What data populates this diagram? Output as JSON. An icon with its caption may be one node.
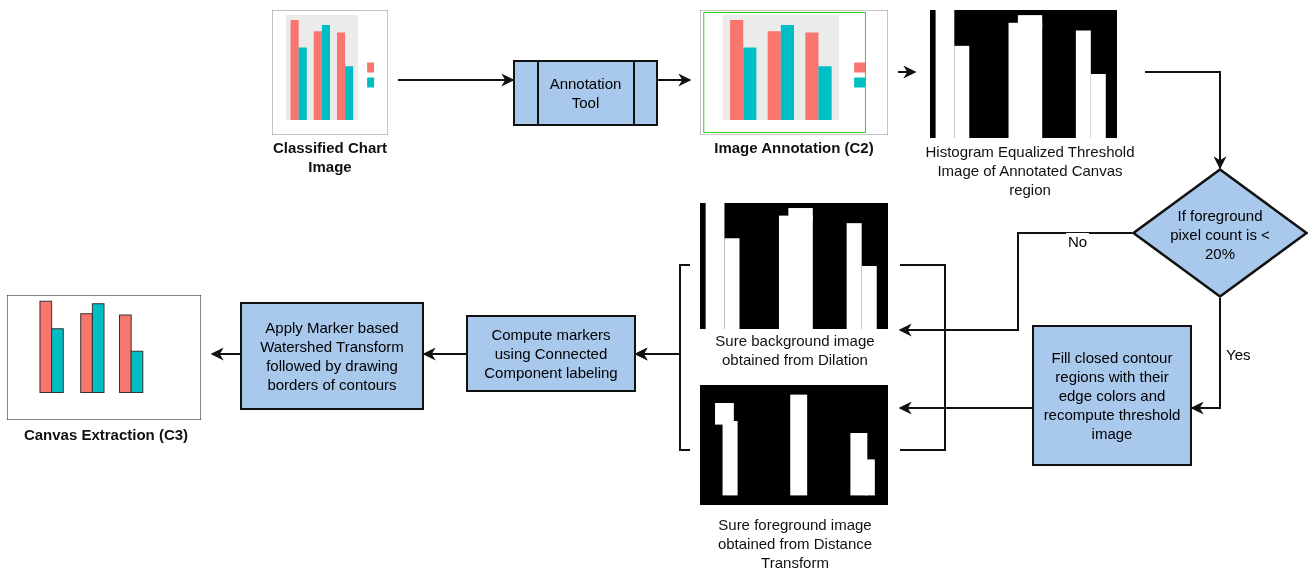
{
  "diagram": {
    "nodes": [
      {
        "text": [
          "Classified Chart Image"
        ]
      },
      {
        "text": [
          "Annotation Tool"
        ]
      },
      {
        "text": [
          "Image Annotation (C2)"
        ]
      },
      {
        "text": [
          "Histogram Equalized Threshold Image of Annotated Canvas region"
        ]
      },
      {
        "text": [
          "If foreground pixel count is < 20%"
        ]
      },
      {
        "text": [
          "Sure background image obtained from Dilation"
        ]
      },
      {
        "text": [
          "Fill closed contour regions with their edge colors and recompute threshold image"
        ]
      },
      {
        "text": [
          "Sure foreground image obtained from Distance Transform"
        ]
      },
      {
        "text": [
          "Compute markers using Connected Component labeling"
        ]
      },
      {
        "text": [
          "Apply Marker based Watershed Transform followed by drawing borders of contours"
        ]
      },
      {
        "text": [
          "Canvas Extraction (C3)"
        ]
      }
    ],
    "edges": [
      {
        "from": 0,
        "to": 1,
        "arrow": "to"
      },
      {
        "from": 1,
        "to": 2,
        "arrow": "to"
      },
      {
        "from": 2,
        "to": 3,
        "arrow": "to"
      },
      {
        "from": 3,
        "to": 4,
        "arrow": "to"
      },
      {
        "from": 4,
        "to": 5,
        "arrow": "to",
        "label": "No"
      },
      {
        "from": 4,
        "to": 6,
        "arrow": "to",
        "label": "Yes"
      },
      {
        "from": 6,
        "to": 7,
        "arrow": "to"
      },
      {
        "from": 5,
        "to": 8,
        "arrow": "to"
      },
      {
        "from": 7,
        "to": 8,
        "arrow": "to"
      },
      {
        "from": 8,
        "to": 9,
        "arrow": "to"
      },
      {
        "from": 9,
        "to": 10,
        "arrow": "to"
      }
    ]
  }
}
